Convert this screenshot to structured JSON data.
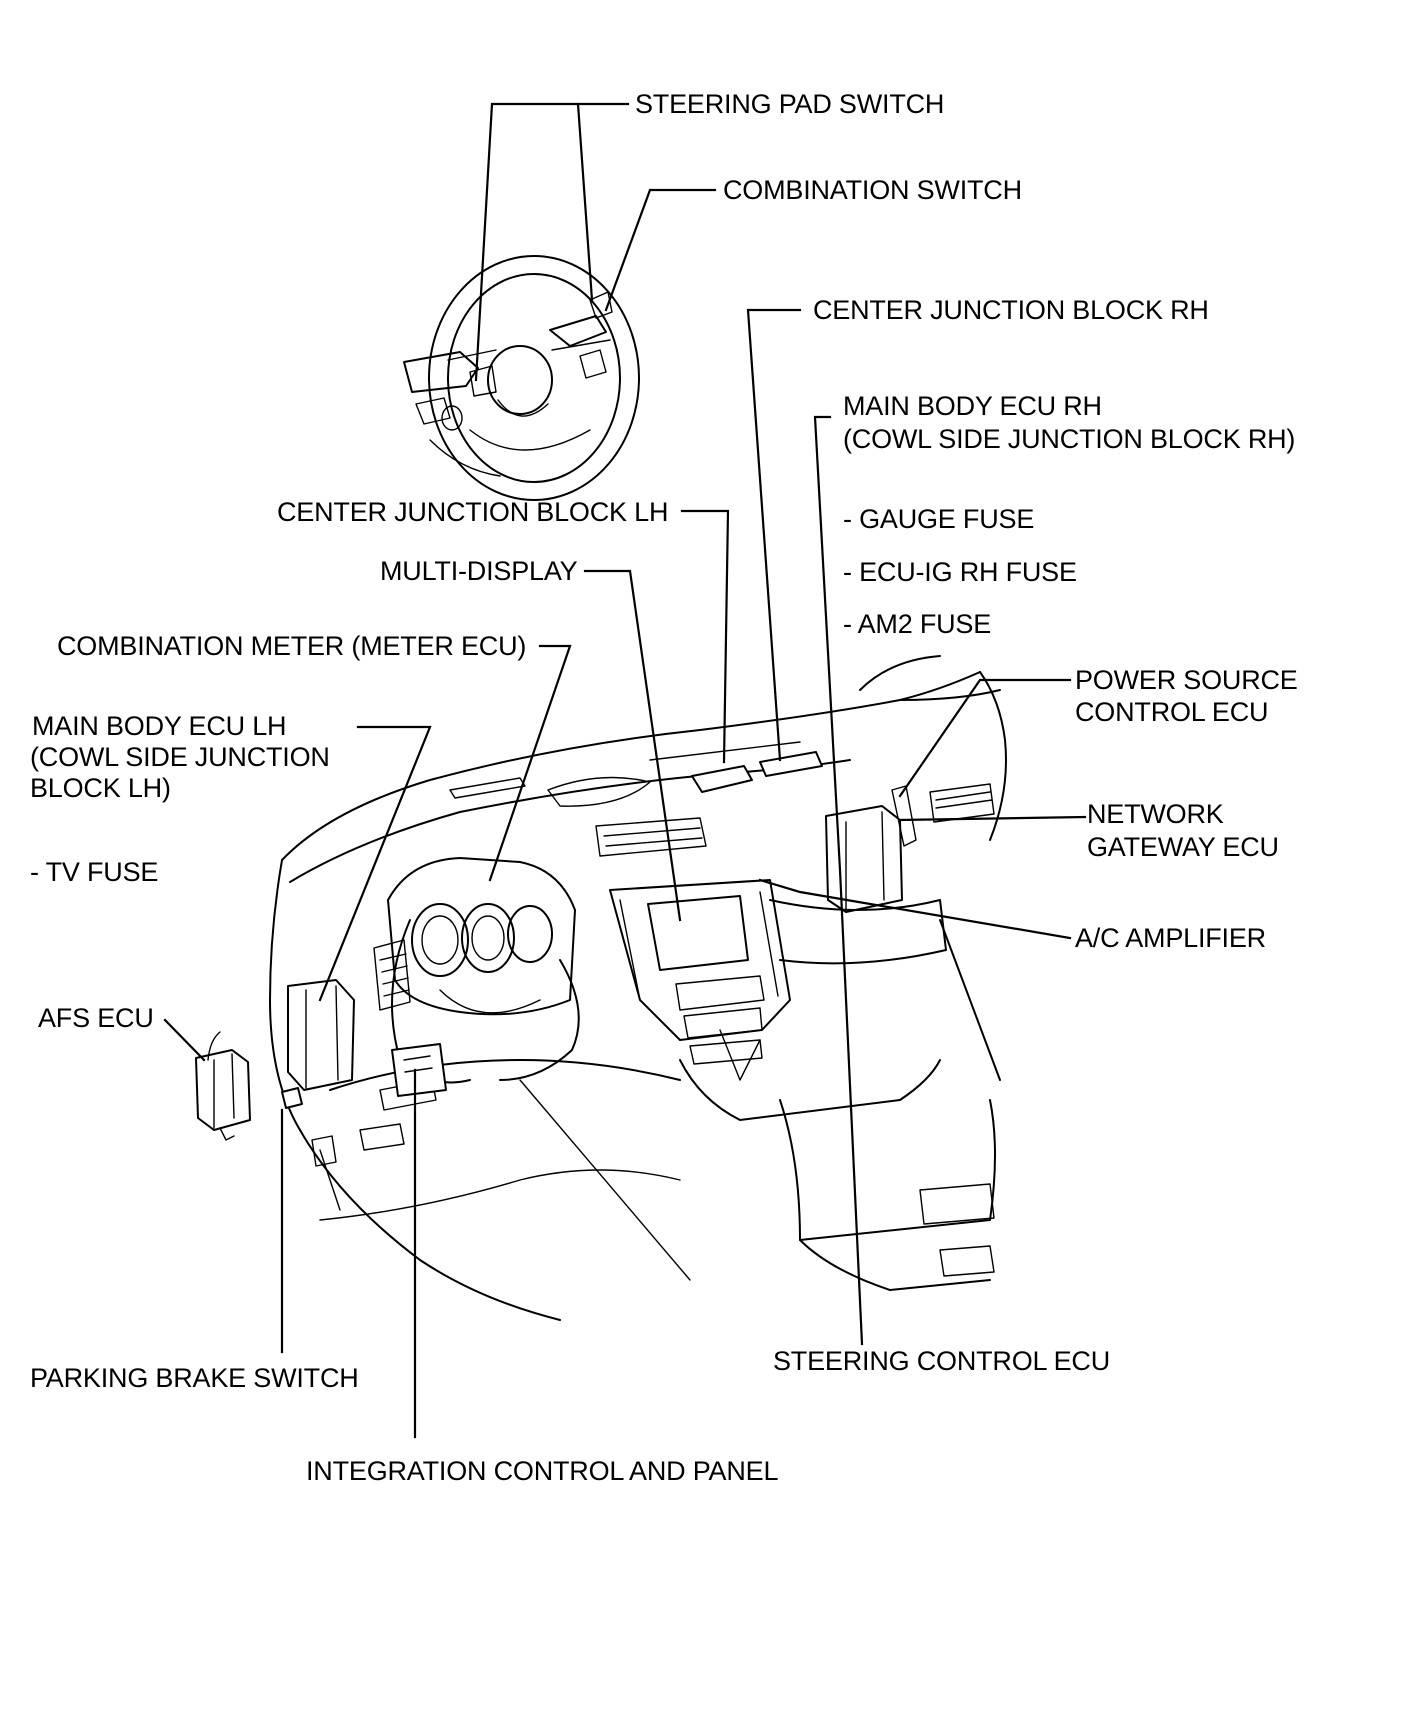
{
  "labels": {
    "steering_pad_switch": "STEERING PAD SWITCH",
    "combination_switch": "COMBINATION SWITCH",
    "center_junction_block_rh": "CENTER JUNCTION BLOCK RH",
    "main_body_ecu_rh_line1": "MAIN BODY ECU RH",
    "main_body_ecu_rh_line2": "(COWL SIDE JUNCTION BLOCK RH)",
    "center_junction_block_lh": "CENTER JUNCTION BLOCK LH",
    "gauge_fuse": "- GAUGE FUSE",
    "ecu_ig_rh_fuse": "- ECU-IG RH FUSE",
    "am2_fuse": "- AM2 FUSE",
    "multi_display": "MULTI-DISPLAY",
    "combination_meter": "COMBINATION METER (METER ECU)",
    "power_source_line1": "POWER SOURCE",
    "power_source_line2": "CONTROL ECU",
    "main_body_ecu_lh_line1": "MAIN BODY ECU LH",
    "main_body_ecu_lh_line2": "(COWL SIDE JUNCTION",
    "main_body_ecu_lh_line3": "BLOCK LH)",
    "network_gateway_line1": "NETWORK",
    "network_gateway_line2": "GATEWAY ECU",
    "tv_fuse": "- TV FUSE",
    "ac_amplifier": "A/C AMPLIFIER",
    "afs_ecu": "AFS ECU",
    "steering_control_ecu": "STEERING CONTROL ECU",
    "parking_brake_switch": "PARKING BRAKE SWITCH",
    "integration_control": "INTEGRATION CONTROL AND PANEL"
  }
}
